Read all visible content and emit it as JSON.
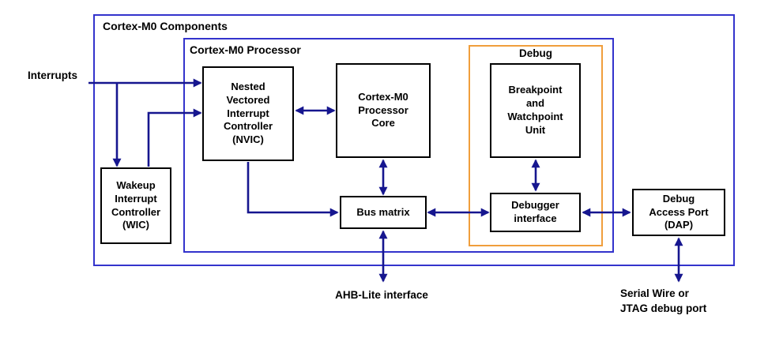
{
  "diagram": {
    "groups": {
      "components": "Cortex-M0 Components",
      "processor": "Cortex-M0 Processor",
      "debug": "Debug"
    },
    "nodes": {
      "nvic": "Nested Vectored Interrupt Controller (NVIC)",
      "core": "Cortex-M0 Processor Core",
      "bwu": "Breakpoint and Watchpoint Unit",
      "wic": "Wakeup Interrupt Controller (WIC)",
      "bus_matrix": "Bus matrix",
      "debugger_interface": "Debugger interface",
      "dap": "Debug Access Port (DAP)"
    },
    "external_labels": {
      "interrupts": "Interrupts",
      "ahb": "AHB-Lite interface",
      "serial_wire": "Serial Wire or JTAG debug port"
    },
    "connections": [
      {
        "from": "Interrupts",
        "to": "NVIC",
        "style": "one-way"
      },
      {
        "from": "Interrupts",
        "to": "WIC",
        "style": "one-way"
      },
      {
        "from": "WIC",
        "to": "NVIC",
        "style": "one-way"
      },
      {
        "from": "NVIC",
        "to": "Cortex-M0 Processor Core",
        "style": "two-way"
      },
      {
        "from": "Cortex-M0 Processor Core",
        "to": "Bus matrix",
        "style": "two-way"
      },
      {
        "from": "NVIC",
        "to": "Bus matrix",
        "style": "one-way"
      },
      {
        "from": "Bus matrix",
        "to": "Debugger interface",
        "style": "two-way"
      },
      {
        "from": "Breakpoint and Watchpoint Unit",
        "to": "Debugger interface",
        "style": "two-way"
      },
      {
        "from": "Debugger interface",
        "to": "Debug Access Port (DAP)",
        "style": "two-way"
      },
      {
        "from": "Bus matrix",
        "to": "AHB-Lite interface",
        "style": "two-way"
      },
      {
        "from": "Debug Access Port (DAP)",
        "to": "Serial Wire or JTAG debug port",
        "style": "two-way"
      }
    ],
    "colors": {
      "container_blue": "#3333cc",
      "debug_orange": "#f09e3c",
      "arrow_blue": "#16168f",
      "box_border": "#000000",
      "text_color": "#000000",
      "background": "#ffffff"
    }
  }
}
